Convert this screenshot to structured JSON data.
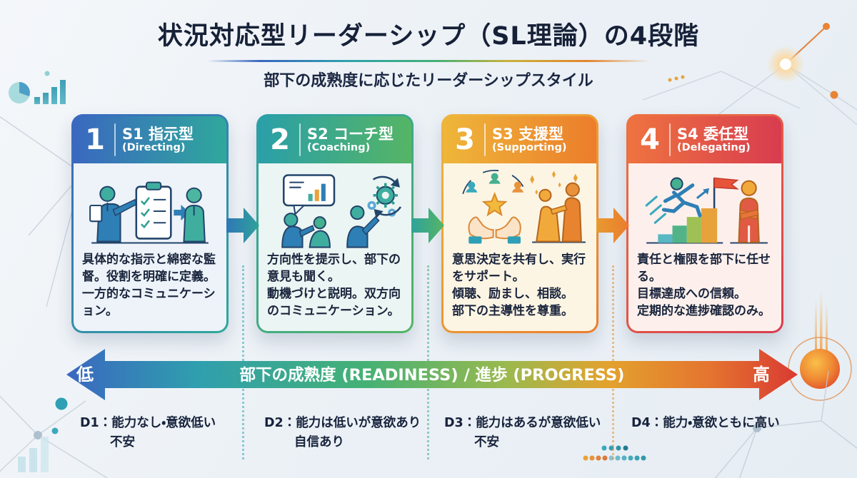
{
  "page": {
    "title": "状況対応型リーダーシップ（SL理論）の4段階",
    "subtitle": "部下の成熟度に応じたリーダーシップスタイル"
  },
  "stages": [
    {
      "number": "1",
      "title": "S1 指示型",
      "subtitle_en": "(Directing)",
      "icon": "manager-pointing-checklist-scene",
      "description_lines": [
        "具体的な指示と綿密な監督。役割を明確に定義。一方的なコミュニケーション。"
      ],
      "gradient": [
        "#3a68c0",
        "#2fa89c"
      ],
      "body_bg": "#edf3f9"
    },
    {
      "number": "2",
      "title": "S2 コーチ型",
      "subtitle_en": "(Coaching)",
      "icon": "discussion-chart-gears-scene",
      "description_lines": [
        "方向性を提示し、部下の意見も聞く。",
        "動機づけと説明。双方向のコミュニケーション。"
      ],
      "gradient": [
        "#2a9fa8",
        "#55b565"
      ],
      "body_bg": "#ebf5f3"
    },
    {
      "number": "3",
      "title": "S3 支援型",
      "subtitle_en": "(Supporting)",
      "icon": "hands-star-handshake-scene",
      "description_lines": [
        "意思決定を共有し、実行をサポート。",
        "傾聴、励まし、相談。",
        "部下の主導性を尊重。"
      ],
      "gradient": [
        "#eeb63a",
        "#ec7d2b"
      ],
      "body_bg": "#fdf5e4"
    },
    {
      "number": "4",
      "title": "S4 委任型",
      "subtitle_en": "(Delegating)",
      "icon": "climbing-stairs-flag-scene",
      "description_lines": [
        "責任と権限を部下に任せる。",
        "目標達成への信頼。",
        "定期的な進捗確認のみ。"
      ],
      "gradient": [
        "#ee7340",
        "#d83c4f"
      ],
      "body_bg": "#fdf0ec"
    }
  ],
  "axis": {
    "low_label": "低",
    "center_label": "部下の成熟度 (READINESS) / 進歩 (PROGRESS)",
    "high_label": "高",
    "gradient": [
      "#3a67c0",
      "#2f9fae",
      "#45b174",
      "#9ab94e",
      "#e3a22e",
      "#e4742f",
      "#d93a32"
    ]
  },
  "readiness_levels": [
    {
      "label": "D1：能力なし・意欲低い",
      "note": "不安"
    },
    {
      "label": "D2：能力は低いが意欲あり",
      "note": "自信あり"
    },
    {
      "label": "D3：能力はあるが意欲低い",
      "note": "不安"
    },
    {
      "label": "D4：能力・意欲ともに高い",
      "note": ""
    }
  ],
  "colors": {
    "title_text": "#162138",
    "card_text": "#19243c",
    "background": "#edf1f6",
    "accent_teal": "#3aa9bd",
    "accent_green": "#45b08f",
    "accent_orange": "#e8923c"
  }
}
